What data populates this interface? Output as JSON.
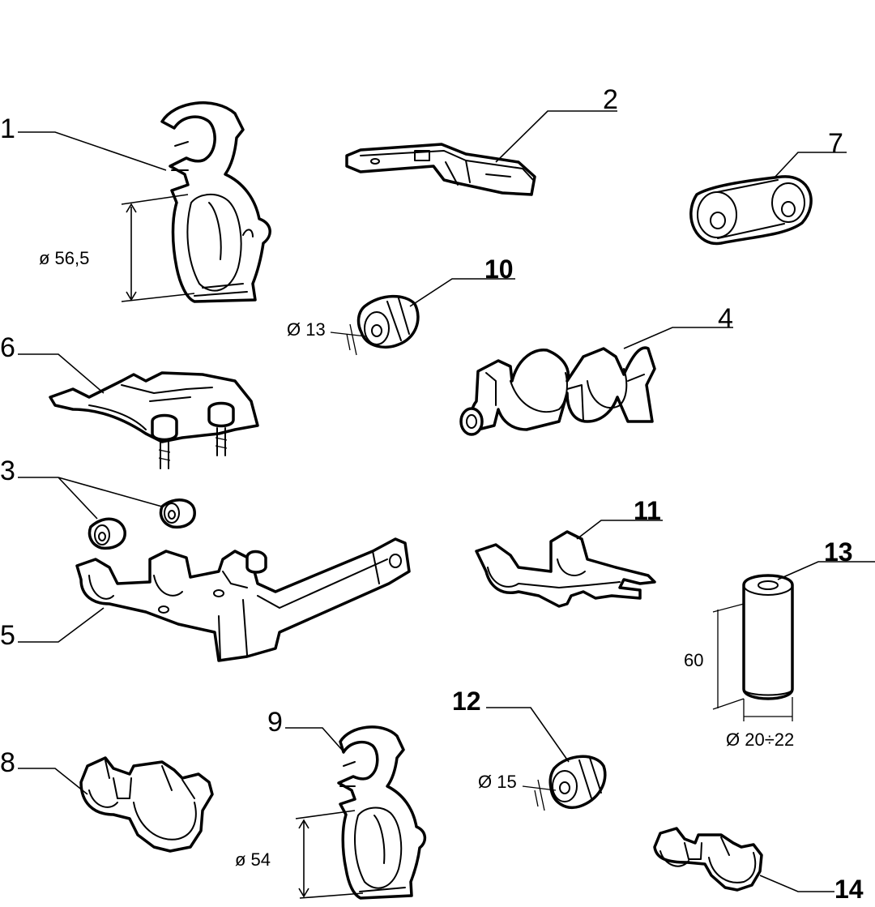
{
  "callouts": {
    "c1": "1",
    "c2": "2",
    "c3": "3",
    "c4": "4",
    "c5": "5",
    "c6": "6",
    "c7": "7",
    "c8": "8",
    "c9": "9",
    "c10": "10",
    "c11": "11",
    "c12": "12",
    "c13": "13",
    "c14": "14"
  },
  "dimensions": {
    "d1": "ø 56,5",
    "d10": "Ø 13",
    "d12": "Ø 15",
    "d13_height": "60",
    "d13_diameter": "Ø 20÷22",
    "d9": "ø 54"
  }
}
